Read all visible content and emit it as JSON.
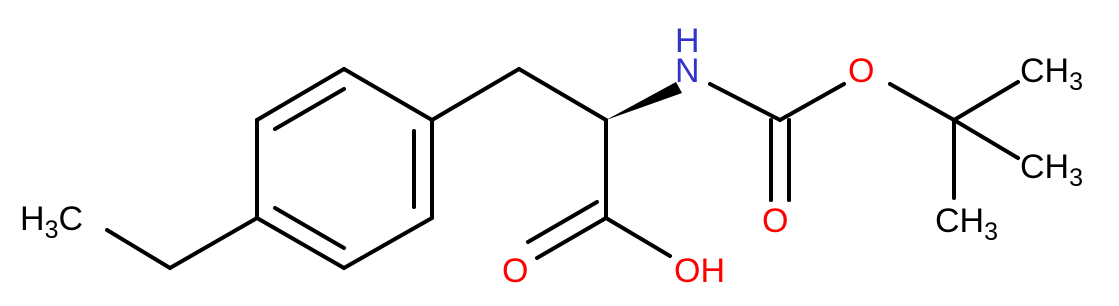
{
  "colors": {
    "bond": "#000000",
    "carbon_label": "#000000",
    "nitrogen": "#3333cc",
    "oxygen": "#ff0000",
    "background": "#ffffff"
  },
  "molecule": {
    "atoms": {
      "methyl_left": {
        "element": "H",
        "subscript": "3",
        "suffix": "C"
      },
      "amine": {
        "element": "H",
        "suffix": "N"
      },
      "ester_oxygen": {
        "element": "O"
      },
      "carbonyl_oxygen_boc": {
        "element": "O"
      },
      "carbonyl_oxygen_acid": {
        "element": "O"
      },
      "hydroxyl": {
        "element": "OH"
      },
      "methyl_top": {
        "element": "CH",
        "subscript": "3"
      },
      "methyl_middle": {
        "element": "CH",
        "subscript": "3"
      },
      "methyl_bottom": {
        "element": "CH",
        "subscript": "3"
      }
    }
  }
}
